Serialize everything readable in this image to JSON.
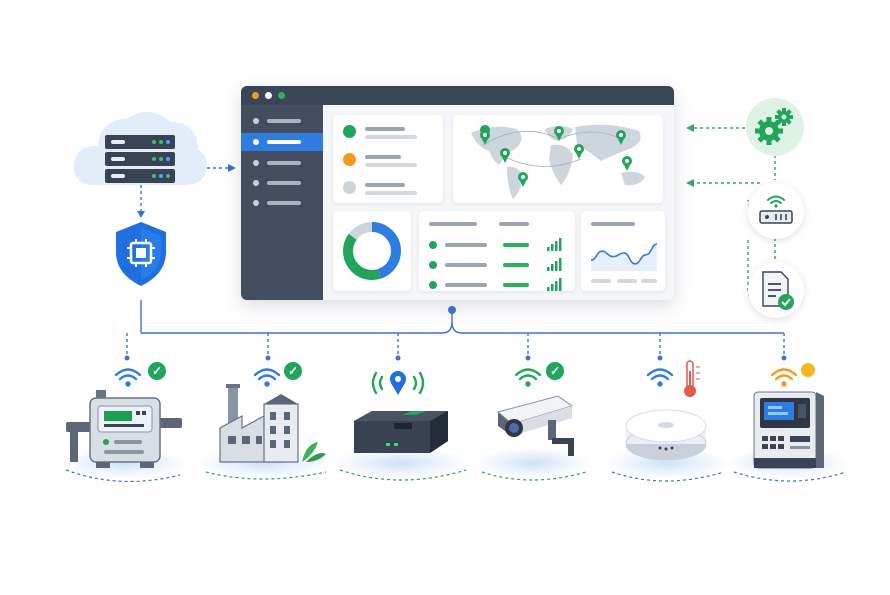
{
  "colors": {
    "accent_blue": "#2f7de1",
    "success_green": "#21a55a",
    "warning_orange": "#f39a1e",
    "dashboard_dark": "#3b4558"
  },
  "icons": {
    "cloud": "cloud-server-icon",
    "shield": "security-shield-icon",
    "gears": "gears-icon",
    "gateway": "wifi-gateway-icon",
    "report": "report-check-icon"
  },
  "dashboard": {
    "titlebar_dots": [
      "#f39a1e",
      "#ffffff",
      "#2bb35b"
    ],
    "sidebar_items": 5,
    "active_item": 1,
    "status_legend": [
      "#21a55a",
      "#f39a1e",
      "#cfd4db"
    ],
    "donut": {
      "segments": [
        {
          "value": 45,
          "color": "#2f7de1"
        },
        {
          "value": 40,
          "color": "#21a55a"
        },
        {
          "value": 15,
          "color": "#cfd4db"
        }
      ]
    },
    "trend": [
      0.3,
      0.55,
      0.4,
      0.5,
      0.2,
      0.45,
      0.75
    ]
  },
  "devices": [
    {
      "name": "utility-meter",
      "status": "connected"
    },
    {
      "name": "factory",
      "status": "connected"
    },
    {
      "name": "tracker-gateway",
      "status": "location"
    },
    {
      "name": "security-camera",
      "status": "connected"
    },
    {
      "name": "smart-sensor",
      "status": "temperature"
    },
    {
      "name": "kiosk-terminal",
      "status": "alert"
    }
  ]
}
